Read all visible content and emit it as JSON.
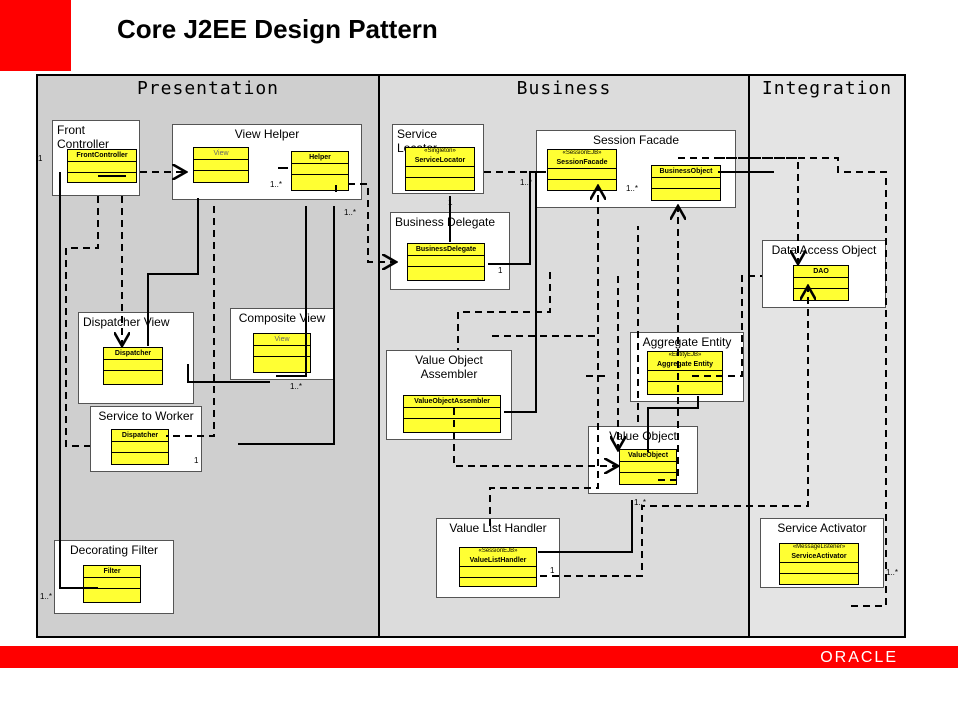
{
  "slide": {
    "title": "Core J2EE Design Pattern"
  },
  "tiers": {
    "presentation": "Presentation",
    "business": "Business",
    "integration": "Integration"
  },
  "patterns": {
    "front_controller": {
      "title": "Front Controller",
      "classes": [
        "FrontController"
      ]
    },
    "view_helper": {
      "title": "View Helper",
      "classes": [
        "View",
        "Helper"
      ]
    },
    "dispatcher_view": {
      "title": "Dispatcher View",
      "classes": [
        "Dispatcher"
      ]
    },
    "composite_view": {
      "title": "Composite View",
      "classes": [
        "View"
      ]
    },
    "service_to_worker": {
      "title": "Service to Worker",
      "classes": [
        "Dispatcher"
      ]
    },
    "decorating_filter": {
      "title": "Decorating Filter",
      "classes": [
        "Filter"
      ]
    },
    "service_locator": {
      "title": "Service Locator",
      "stereotype": "«Singleton»",
      "classes": [
        "ServiceLocator"
      ]
    },
    "business_delegate": {
      "title": "Business Delegate",
      "classes": [
        "BusinessDelegate"
      ]
    },
    "session_facade": {
      "title": "Session Facade",
      "stereotype": "«SessionEJB»",
      "classes": [
        "SessionFacade",
        "BusinessObject"
      ]
    },
    "value_object_assembler": {
      "title": "Value Object Assembler",
      "classes": [
        "ValueObjectAssembler"
      ]
    },
    "aggregate_entity": {
      "title": "Aggregate Entity",
      "stereotype": "«EntityEJB»",
      "classes": [
        "Aggregate Entity"
      ]
    },
    "value_object": {
      "title": "Value Object",
      "classes": [
        "ValueObject"
      ]
    },
    "value_list_handler": {
      "title": "Value List Handler",
      "stereotype": "«SessionEJB»",
      "classes": [
        "ValueListHandler"
      ]
    },
    "data_access_object": {
      "title": "Data Access Object",
      "classes": [
        "DAO"
      ]
    },
    "service_activator": {
      "title": "Service Activator",
      "stereotype": "«MessageListener»",
      "classes": [
        "ServiceActivator"
      ]
    }
  },
  "multiplicities": {
    "one": "1",
    "one_many": "1..*"
  },
  "footer": {
    "logo": "ORACLE"
  },
  "colors": {
    "brand_red": "#ff0000",
    "class_fill": "#ffff33",
    "tier_gray": "#d8d8d8"
  }
}
